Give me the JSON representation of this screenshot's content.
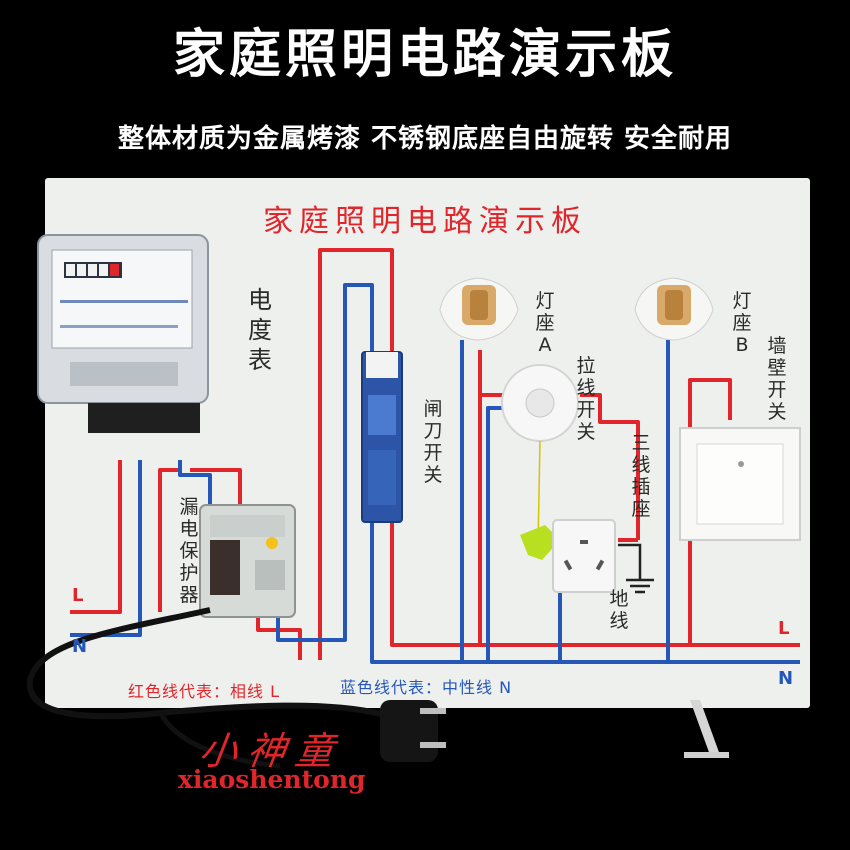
{
  "headline": "家庭照明电路演示板",
  "subheadline": "整体材质为金属烤漆  不锈钢底座自由旋转  安全耐用",
  "board": {
    "title": "家庭照明电路演示板",
    "labels": {
      "meter": "电度表",
      "leakage_protector": "漏电保护器",
      "knife_switch": "闸刀开关",
      "lamp_a": "灯座A",
      "lamp_b": "灯座B",
      "pull_switch": "拉线开关",
      "socket": "三线插座",
      "ground": "地线",
      "wall_switch": "墙壁开关"
    },
    "line_tags": {
      "left_l": "L",
      "left_n": "N",
      "right_l": "L",
      "right_n": "N"
    },
    "legend": {
      "red": "红色线代表：相线 L",
      "blue": "蓝色线代表：中性线 N"
    },
    "colors": {
      "live_wire": "#e0262b",
      "neutral_wire": "#2557b8",
      "board": "#eef0ee"
    }
  },
  "watermark": {
    "chinese": "小神童",
    "english": "xiaoshentong"
  }
}
